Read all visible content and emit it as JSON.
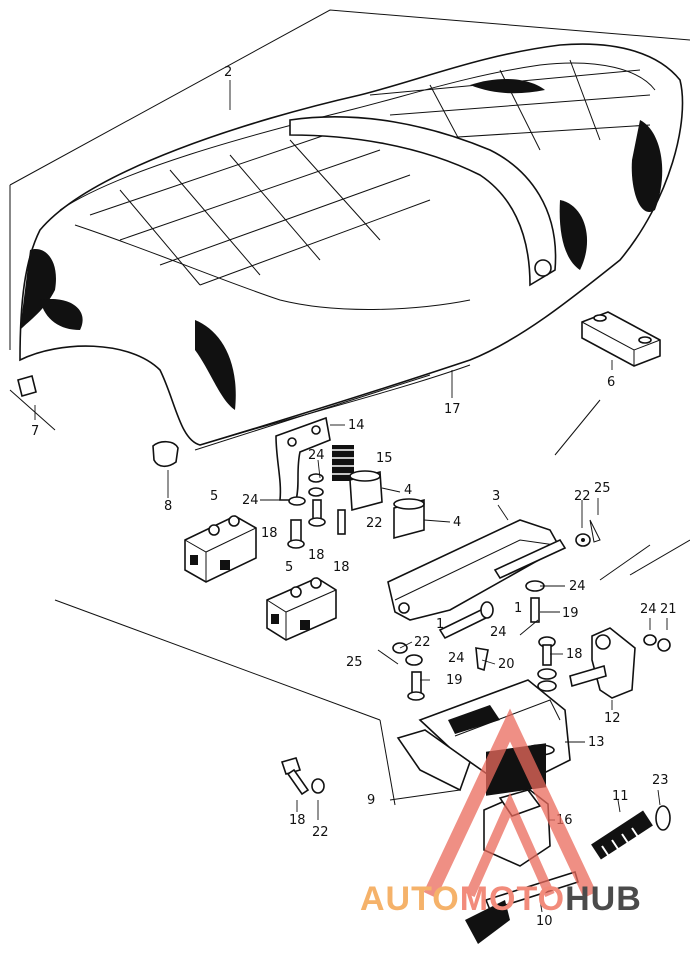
{
  "diagram": {
    "callouts": {
      "c1": "1",
      "c1b": "1",
      "c2": "2",
      "c3": "3",
      "c4a": "4",
      "c4b": "4",
      "c5a": "5",
      "c5b": "5",
      "c6": "6",
      "c7": "7",
      "c8": "8",
      "c9": "9",
      "c10": "10",
      "c11": "11",
      "c12": "12",
      "c13": "13",
      "c14": "14",
      "c15": "15",
      "c16": "16",
      "c17": "17",
      "c18a": "18",
      "c18b": "18",
      "c18c": "18",
      "c18d": "18",
      "c18e": "18",
      "c19a": "19",
      "c19b": "19",
      "c20": "20",
      "c21": "21",
      "c22a": "22",
      "c22b": "22",
      "c22c": "22",
      "c22d": "22",
      "c23": "23",
      "c24a": "24",
      "c24b": "24",
      "c24c": "24",
      "c24d": "24",
      "c24e": "24",
      "c24f": "24",
      "c25a": "25",
      "c25b": "25"
    }
  },
  "watermark": {
    "part1": "AUTO",
    "part2": "MOTO",
    "part3": "HUB",
    "color_orange": "#f5b26a",
    "color_red": "#f28b7b",
    "color_gray": "#4b4b4b"
  }
}
